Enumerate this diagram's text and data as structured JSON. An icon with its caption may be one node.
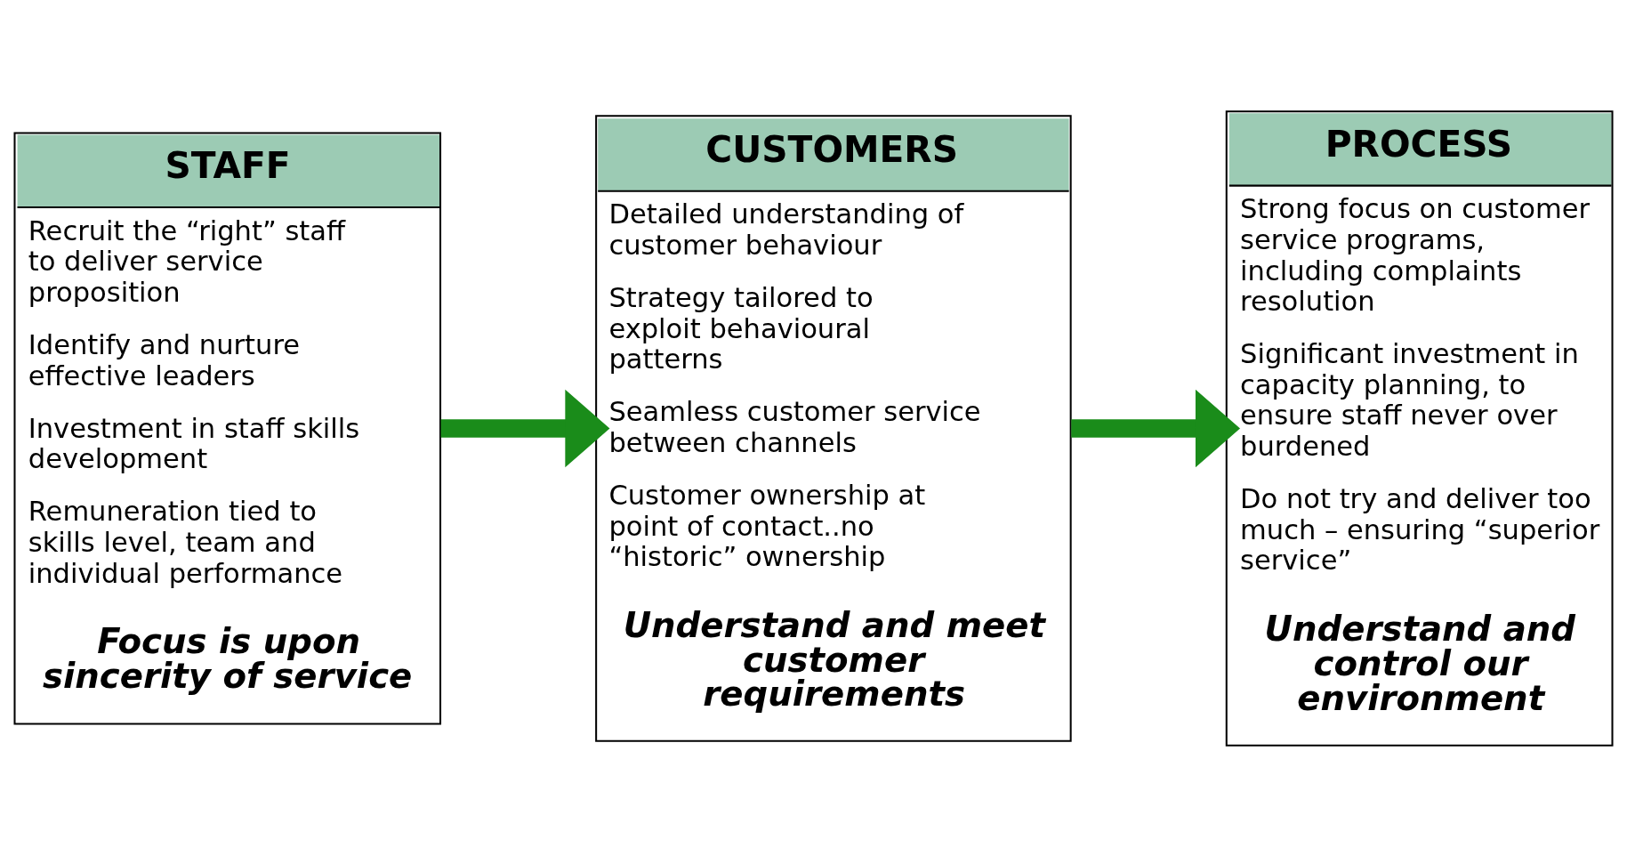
{
  "diagram": {
    "nodes": [
      {
        "text": [
          "STAFF",
          "Recruit the “right” staff to deliver service proposition",
          "Identify and nurture effective leaders",
          "Investment in staff skills development",
          "Remuneration tied to skills level, team and individual performance",
          "Focus is upon sincerity of service"
        ]
      },
      {
        "text": [
          "CUSTOMERS",
          "Detailed understanding of customer behaviour",
          "Strategy tailored to exploit behavioural patterns",
          "Seamless customer service between channels",
          "Customer ownership at point of contact..no “historic” ownership",
          "Understand and meet customer requirements"
        ]
      },
      {
        "text": [
          "PROCESS",
          "Strong focus on customer service programs, including complaints resolution",
          "Significant investment in capacity planning, to ensure staff never over burdened",
          "Do not try and deliver too much – ensuring “superior service”",
          "Understand and control our environment"
        ]
      }
    ],
    "edges": [
      {
        "from": 0,
        "to": 1,
        "arrow": "to"
      },
      {
        "from": 1,
        "to": 2,
        "arrow": "to"
      }
    ]
  }
}
